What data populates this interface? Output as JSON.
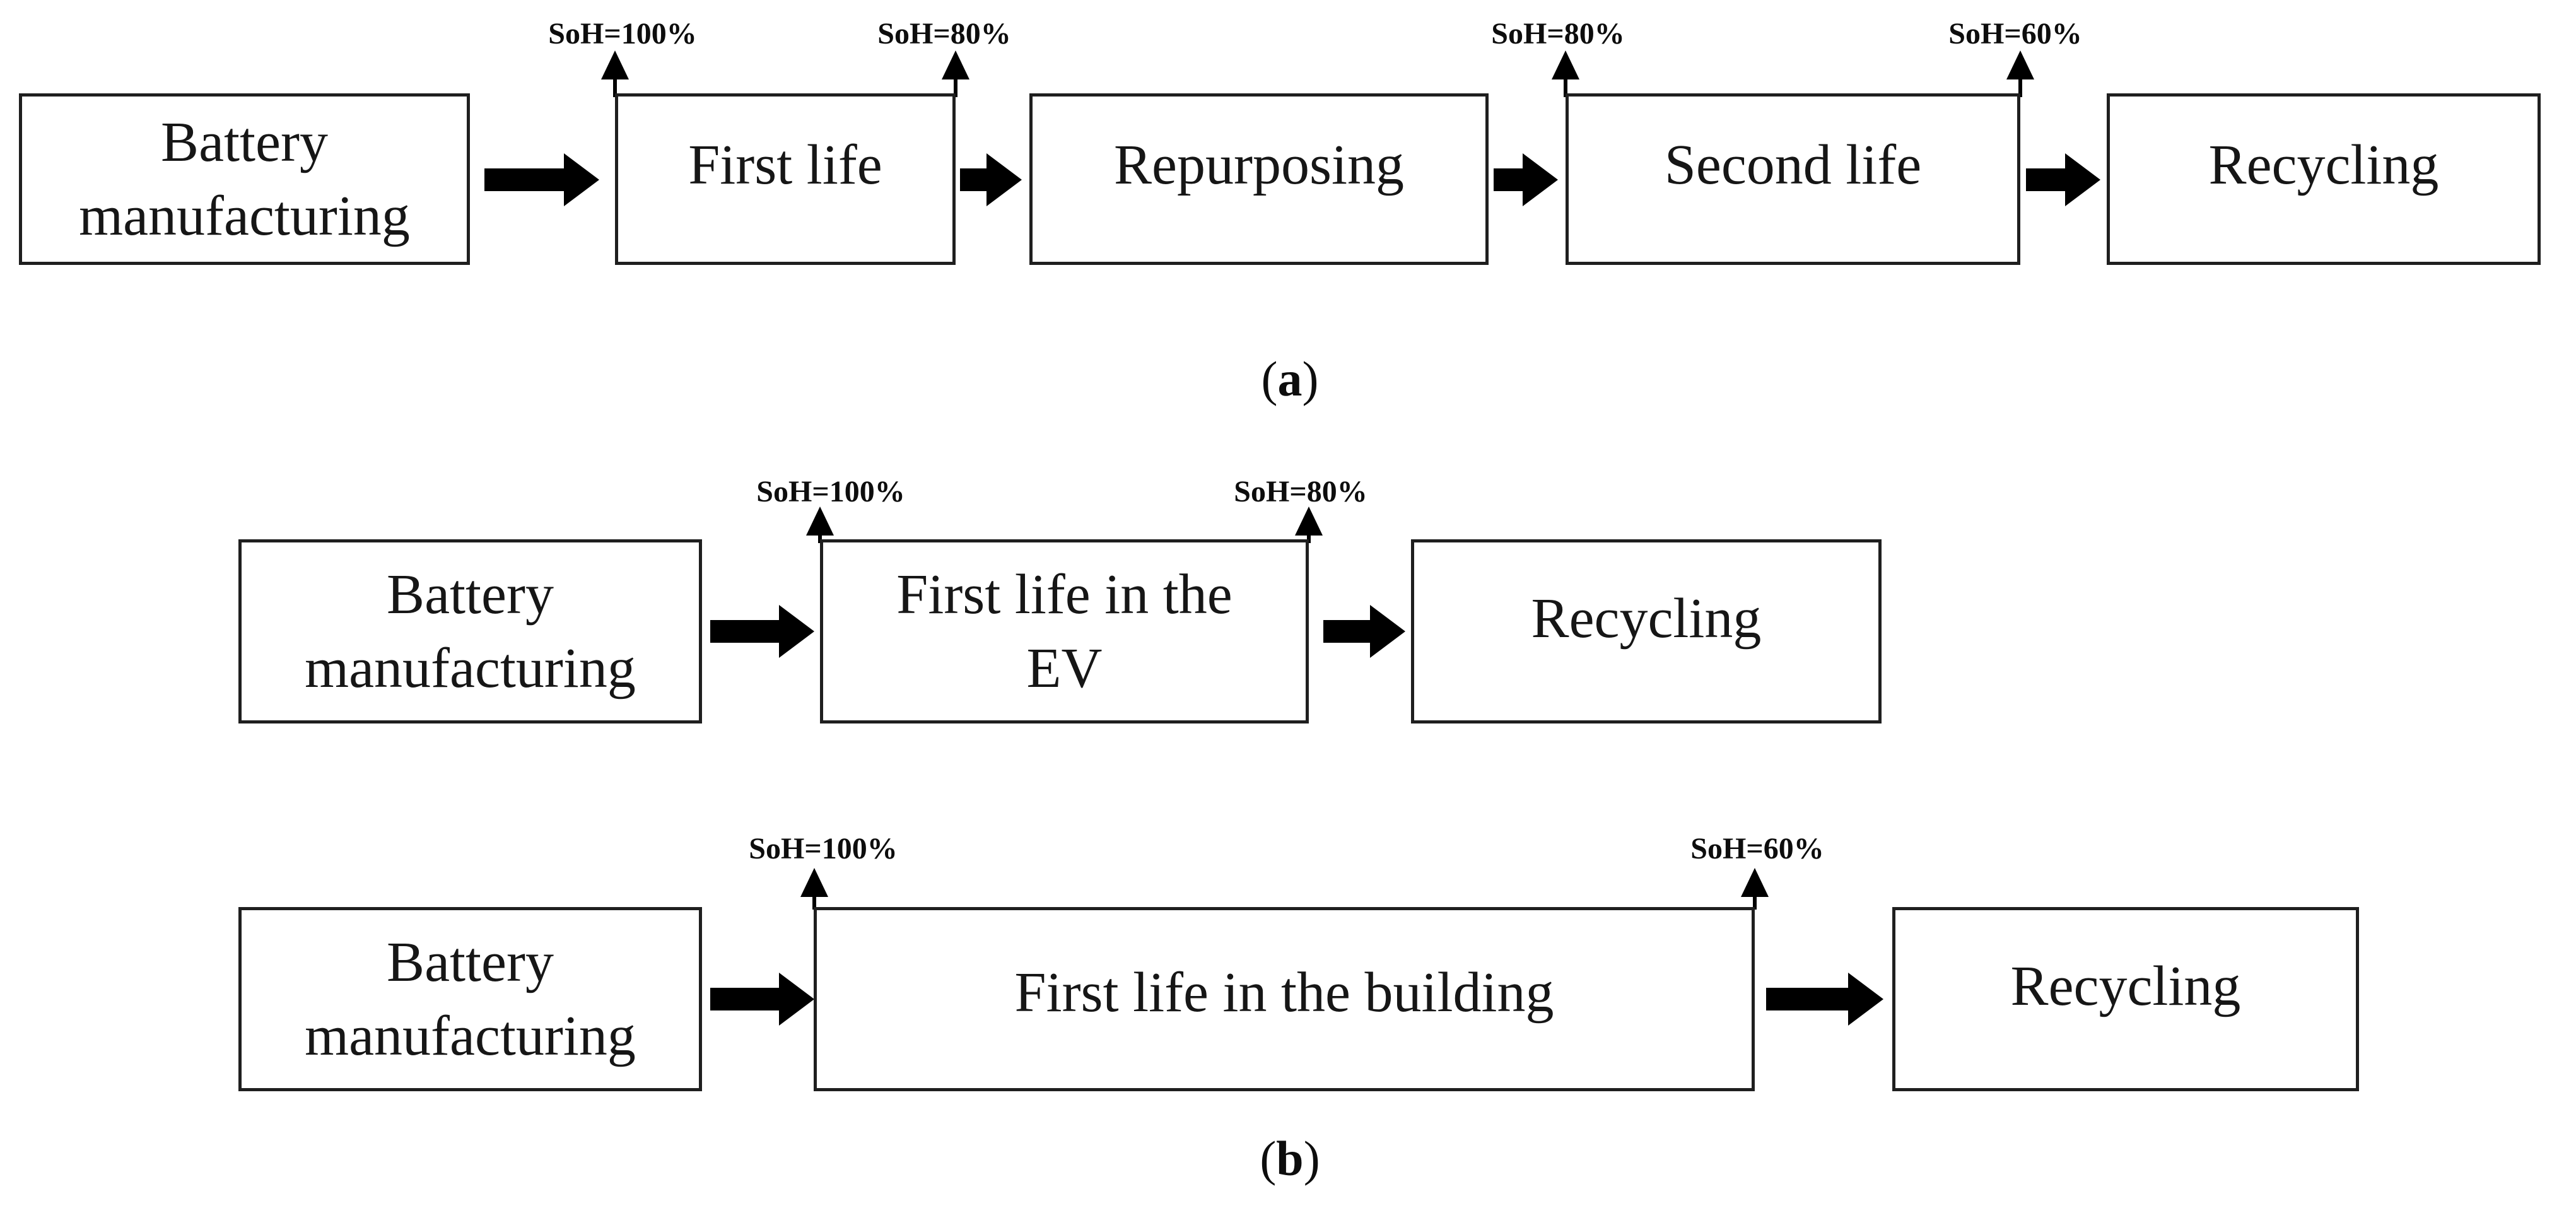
{
  "colors": {
    "ink": "#000000",
    "paper": "#ffffff"
  },
  "panel_a": {
    "caption": {
      "open": "(",
      "letter": "a",
      "close": ")"
    },
    "flow": {
      "box_battery": "Battery manufacturing",
      "box_first_life": "First life",
      "box_repurposing": "Repurposing",
      "box_second_life": "Second life",
      "box_recycling": "Recycling"
    },
    "soh": {
      "first_life_start": "SoH=100%",
      "first_life_end": "SoH=80%",
      "second_life_start": "SoH=80%",
      "second_life_end": "SoH=60%"
    }
  },
  "panel_b": {
    "caption": {
      "open": "(",
      "letter": "b",
      "close": ")"
    },
    "row_ev": {
      "box_battery": "Battery manufacturing",
      "box_first_life": "First life in the EV",
      "box_recycling": "Recycling",
      "soh_start": "SoH=100%",
      "soh_end": "SoH=80%"
    },
    "row_building": {
      "box_battery": "Battery manufacturing",
      "box_first_life": "First life in the building",
      "box_recycling": "Recycling",
      "soh_start": "SoH=100%",
      "soh_end": "SoH=60%"
    }
  }
}
